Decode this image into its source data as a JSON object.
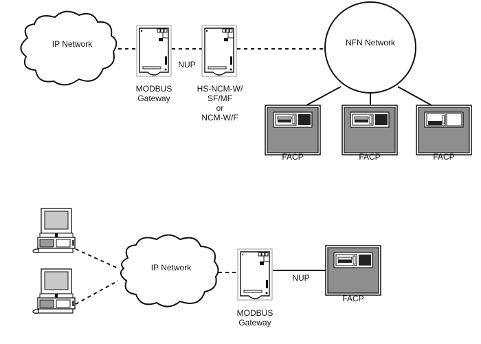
{
  "diagram": {
    "top": {
      "ip_network_label": "IP Network",
      "modbus_gateway_label_line1": "MODBUS",
      "modbus_gateway_label_line2": "Gateway",
      "nup_label": "NUP",
      "ncm_label_line1": "HS-NCM-W/",
      "ncm_label_line2": "SF/MF",
      "ncm_label_line3": "or",
      "ncm_label_line4": "NCM-W/F",
      "nfn_network_label": "NFN Network",
      "facp_labels": [
        "FACP",
        "FACP",
        "FACP"
      ]
    },
    "bottom": {
      "ip_network_label": "IP Network",
      "modbus_gateway_label_line1": "MODBUS",
      "modbus_gateway_label_line2": "Gateway",
      "nup_label": "NUP",
      "facp_label": "FACP"
    },
    "colors": {
      "panel_gray": "#8e8e8e",
      "screen_gray": "#c8c8c8",
      "line": "#111111"
    }
  }
}
